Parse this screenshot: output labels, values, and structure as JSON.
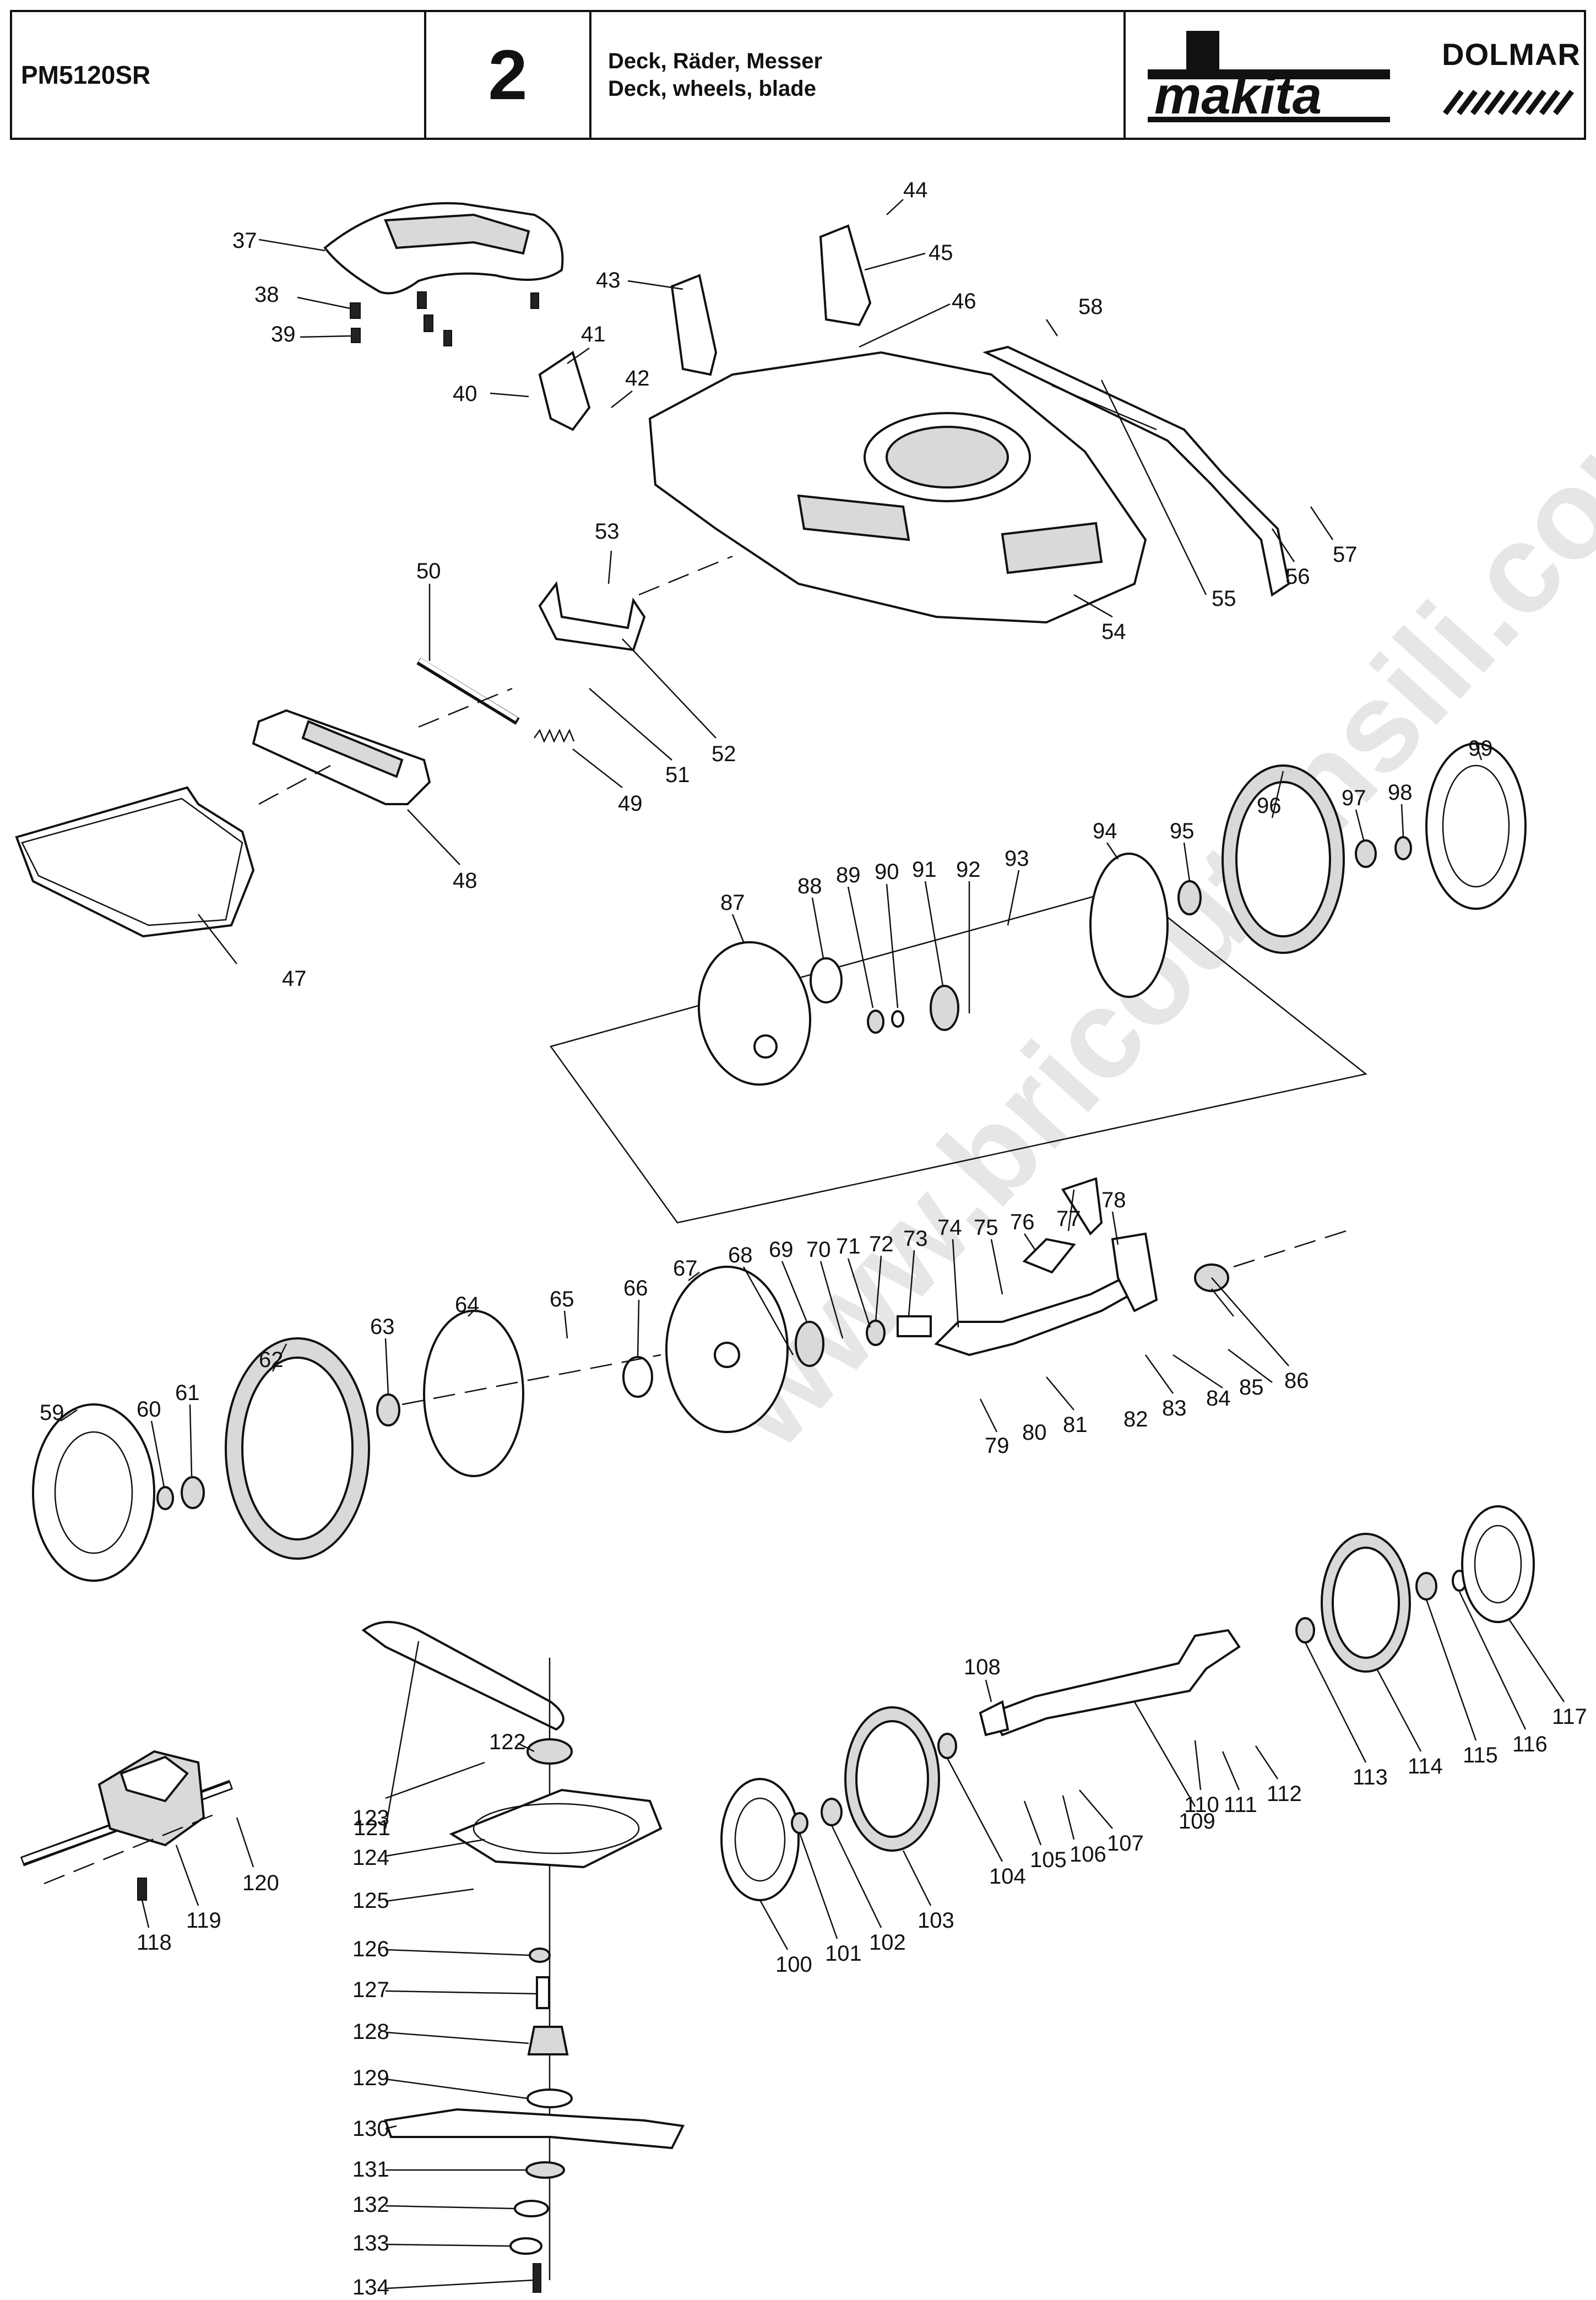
{
  "header": {
    "model": "PM5120SR",
    "page_number": "2",
    "title_de": "Deck, Räder, Messer",
    "title_en": "Deck, wheels, blade",
    "brand_primary": "makita",
    "brand_secondary": "DOLMAR"
  },
  "watermark": "www.bricoutensili.com",
  "colors": {
    "line": "#111111",
    "watermark": "#c8c8c8",
    "background": "#ffffff"
  },
  "labels": [
    "37",
    "38",
    "39",
    "40",
    "41",
    "42",
    "43",
    "44",
    "45",
    "46",
    "47",
    "48",
    "49",
    "50",
    "51",
    "52",
    "53",
    "54",
    "55",
    "56",
    "57",
    "58",
    "59",
    "60",
    "61",
    "62",
    "63",
    "64",
    "65",
    "66",
    "67",
    "68",
    "69",
    "70",
    "71",
    "72",
    "73",
    "74",
    "75",
    "76",
    "77",
    "78",
    "79",
    "80",
    "81",
    "82",
    "83",
    "84",
    "85",
    "86",
    "87",
    "88",
    "89",
    "90",
    "91",
    "92",
    "93",
    "94",
    "95",
    "96",
    "97",
    "98",
    "99",
    "100",
    "101",
    "102",
    "103",
    "104",
    "105",
    "106",
    "107",
    "108",
    "109",
    "110",
    "111",
    "112",
    "113",
    "114",
    "115",
    "116",
    "117",
    "118",
    "119",
    "120",
    "121",
    "122",
    "123",
    "124",
    "125",
    "126",
    "127",
    "128",
    "129",
    "130",
    "131",
    "132",
    "133",
    "134"
  ]
}
